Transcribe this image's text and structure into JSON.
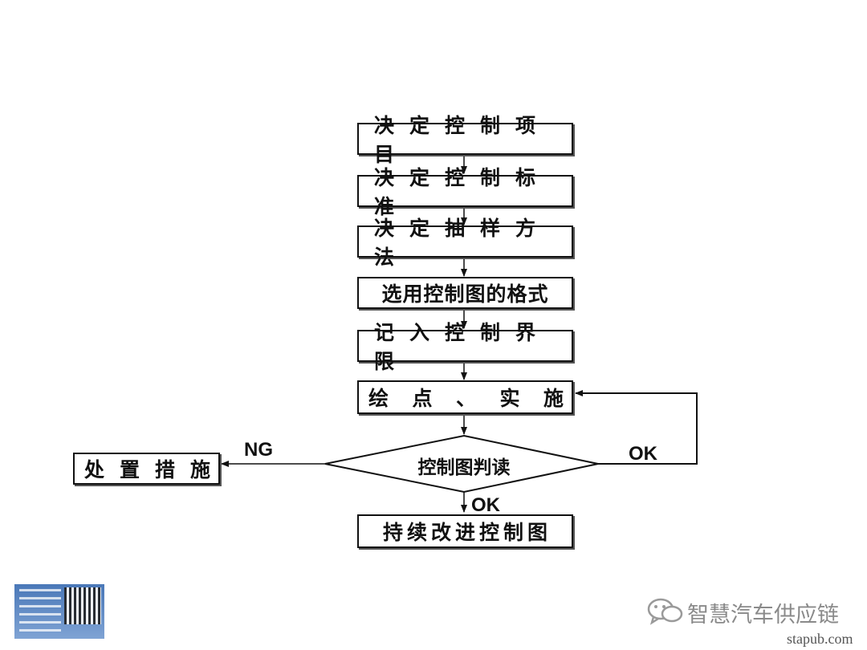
{
  "steps": [
    {
      "text": "决定控制项目"
    },
    {
      "text": "决定控制标准"
    },
    {
      "text": "决定抽样方法"
    },
    {
      "text": "选用控制图的格式"
    },
    {
      "text": "记入控制界限"
    },
    {
      "text": "绘点、实施",
      "chars": [
        "绘",
        "点",
        "、",
        "实",
        "施"
      ]
    }
  ],
  "decision": {
    "text": "控制图判读"
  },
  "ng_action": {
    "chars": [
      "处",
      "置",
      "措",
      "施"
    ]
  },
  "final_step": {
    "text": "持续改进控制图"
  },
  "labels": {
    "ng": "NG",
    "ok_right": "OK",
    "ok_down": "OK"
  },
  "footer": {
    "wechat_name": "智慧汽车供应链",
    "watermark": "stapub.com"
  }
}
